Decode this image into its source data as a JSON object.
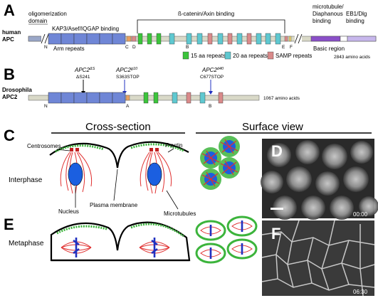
{
  "panelA": {
    "letter": "A",
    "protein_line1": "human",
    "protein_line2": "APC",
    "oligomerization": "oligomerization",
    "domain": "domain",
    "kap3": "KAP3/Asef/IQGAP binding",
    "arm": "Arm repeats",
    "beta_catenin": "ß-catenin/Axin binding",
    "microtubule": "microtubule/",
    "diaphanous": "Diaphanous",
    "binding": "binding",
    "eb1": "EB1/Dlg",
    "eb1_binding": "binding",
    "basic": "Basic region",
    "length": "2843 amino acids",
    "letter_N": "N",
    "letter_C": "C",
    "letter_D": "D",
    "letter_B": "B",
    "letter_E": "E",
    "letter_F": "F"
  },
  "legend": {
    "aa15": "15 aa repeats",
    "aa20": "20 aa repeats",
    "samp": "SAMP repeats"
  },
  "panelB": {
    "letter": "B",
    "protein_line1": "Drosophila",
    "protein_line2": "APC2",
    "allele1": "APC2",
    "allele1_sup": "ΔS",
    "allele1_mut": "ΔS241",
    "allele2": "APC2",
    "allele2_sup": "g10",
    "allele2_mut": "S363STOP",
    "allele3": "APC2",
    "allele3_sup": "d40",
    "allele3_mut": "C677STOP",
    "length": "1067 amino acids",
    "letter_N": "N",
    "letter_A": "A",
    "letter_B": "B"
  },
  "panelC": {
    "letter": "C",
    "cross_section": "Cross-section",
    "surface_view": "Surface view",
    "centrosomes": "Centrosomes",
    "f_actin": "F-actin",
    "interphase": "Interphase",
    "nucleus": "Nucleus",
    "plasma_membrane": "Plasma membrane",
    "microtubules": "Microtubules"
  },
  "panelE": {
    "letter": "E",
    "metaphase": "Metaphase"
  },
  "panelD": {
    "letter": "D",
    "time": "00:00"
  },
  "panelF": {
    "letter": "F",
    "time": "06:30"
  },
  "colors": {
    "arm_blue": "#6f86d6",
    "aa15_green": "#3cc43c",
    "aa20_cyan": "#5fc8d0",
    "samp_pink": "#d98a8a",
    "basic_purple": "#8a4fc8",
    "eb1_lavender": "#c7b7ec",
    "backbone": "#d9d9c8",
    "nucleus_blue": "#1b5fe0",
    "microtubule_red": "#e03030",
    "actin_green": "#3cb43c",
    "chromosome_blue": "#2030c0"
  }
}
